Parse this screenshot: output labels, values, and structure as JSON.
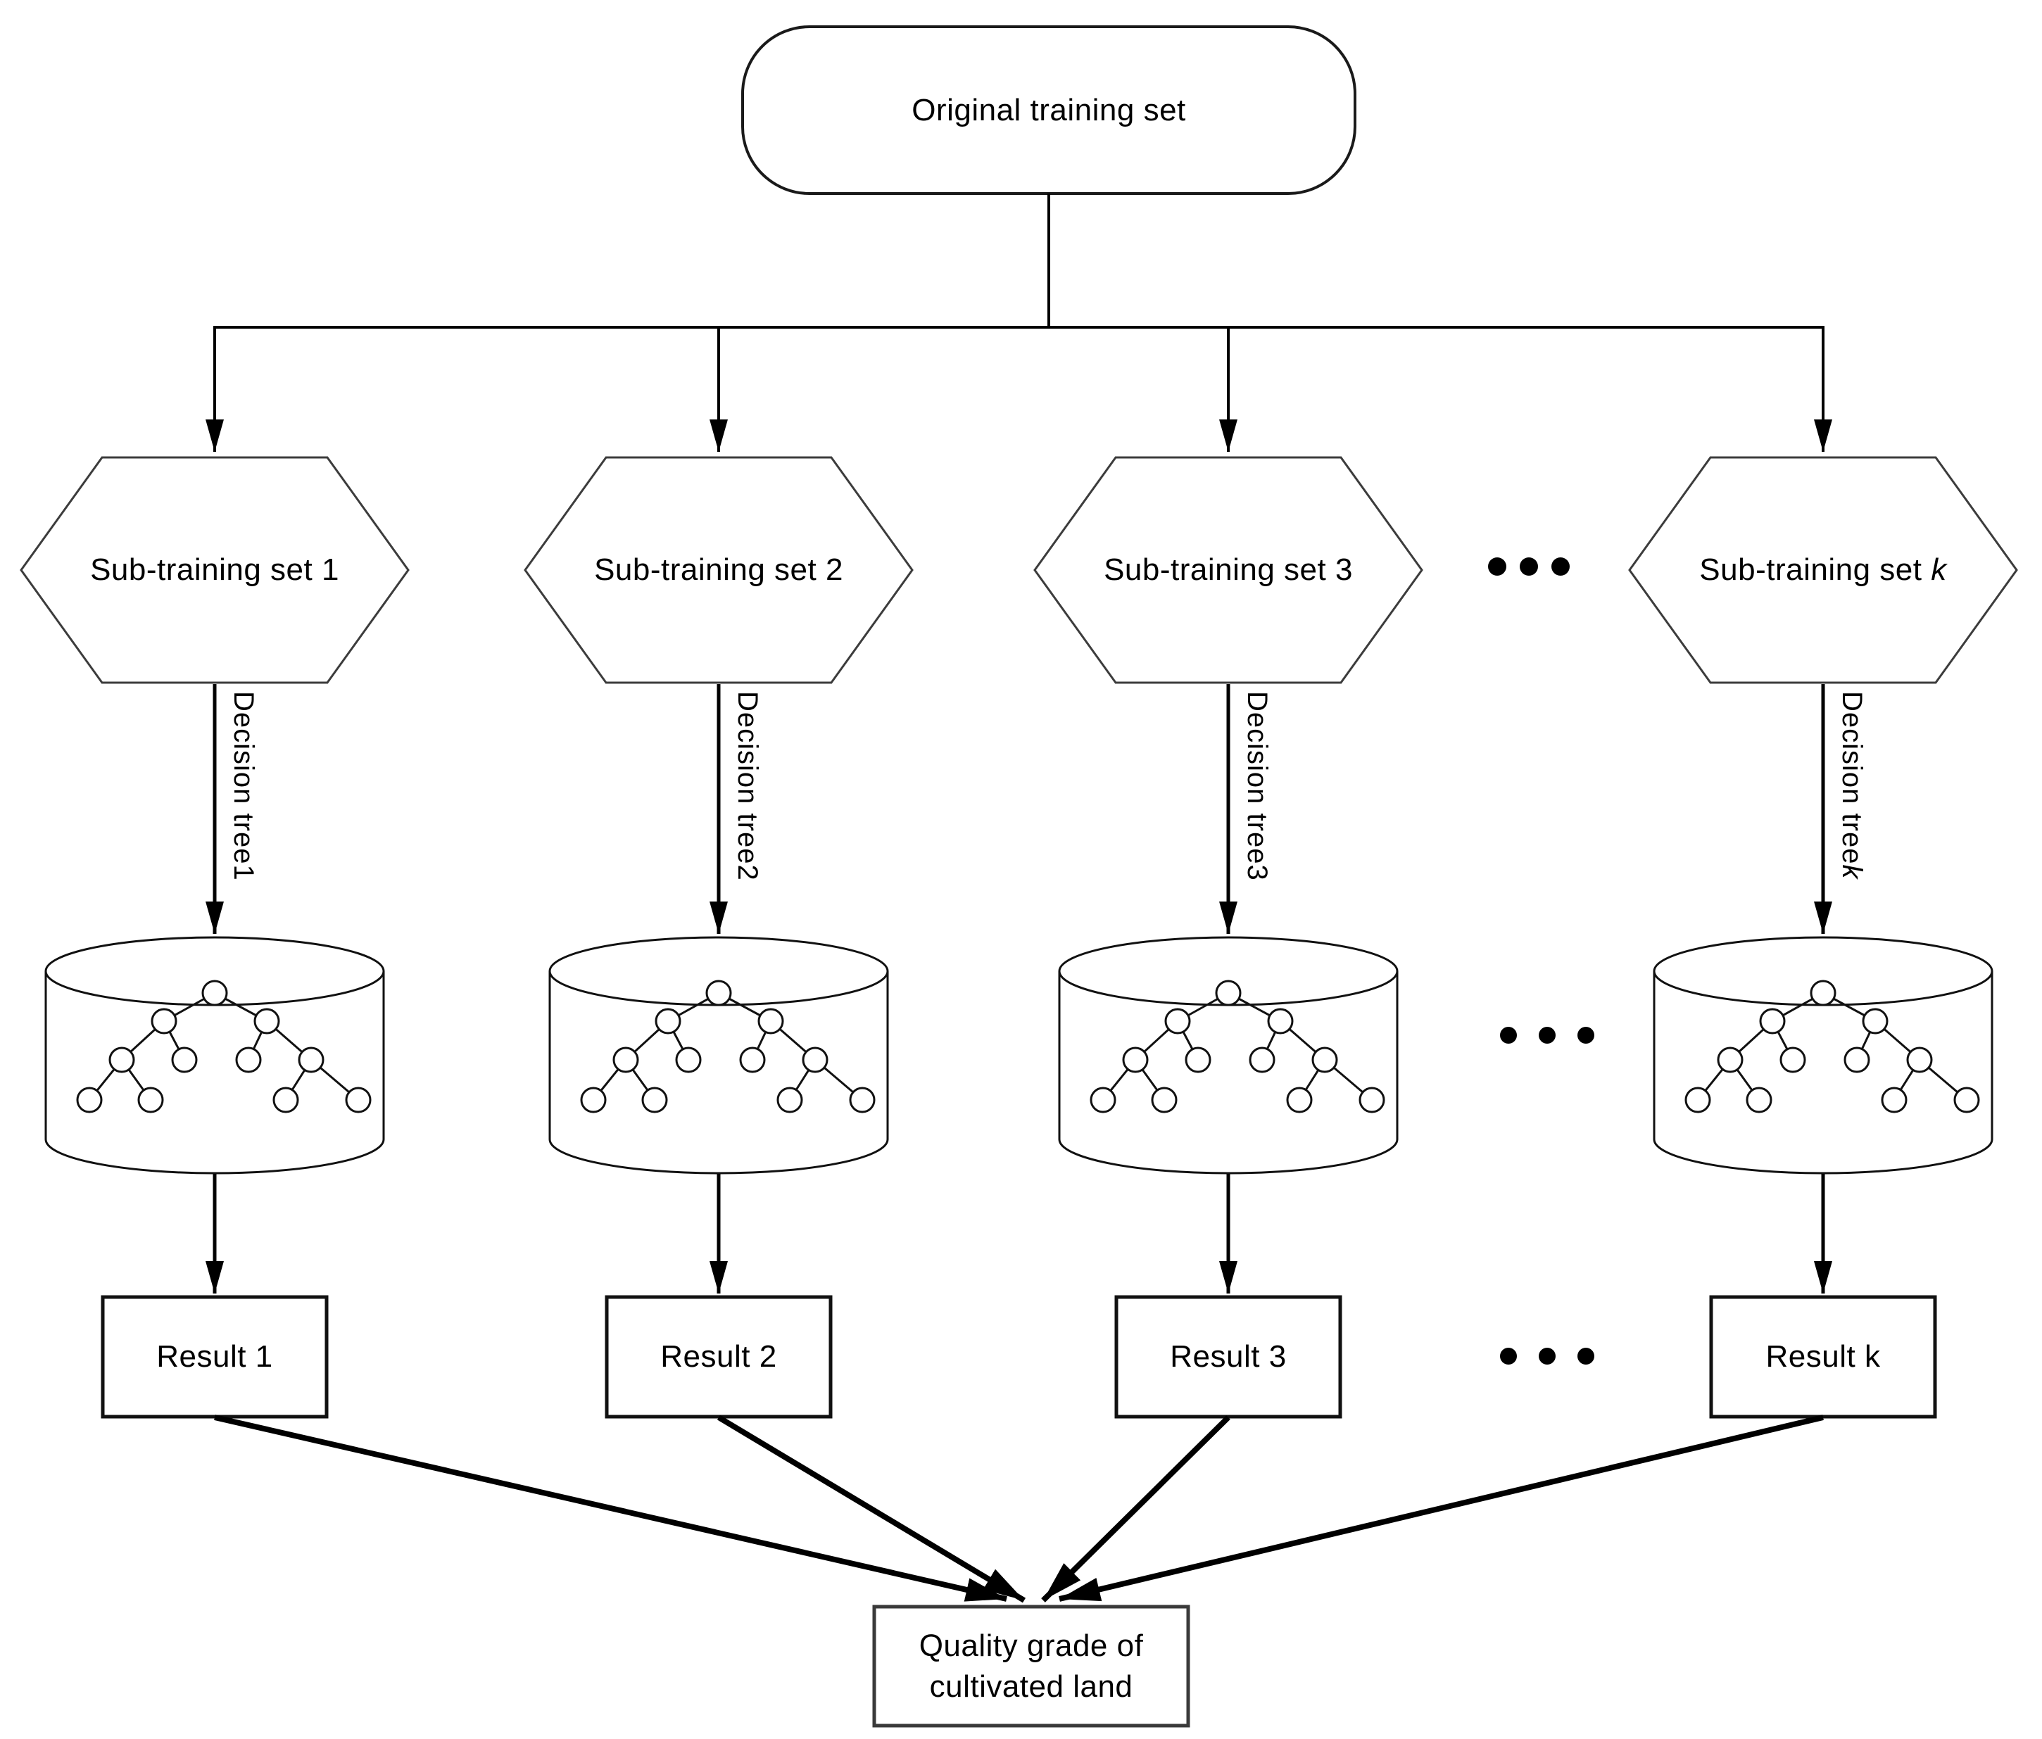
{
  "root_node": {
    "label": "Original training set"
  },
  "columns": [
    {
      "subset_prefix": "Sub-training set",
      "subset_suffix": " 1",
      "decision_prefix": "Decision tree",
      "decision_suffix": "1",
      "result_label": "Result 1"
    },
    {
      "subset_prefix": "Sub-training set",
      "subset_suffix": " 2",
      "decision_prefix": "Decision tree",
      "decision_suffix": "2",
      "result_label": "Result 2"
    },
    {
      "subset_prefix": "Sub-training set",
      "subset_suffix": " 3",
      "decision_prefix": "Decision tree",
      "decision_suffix": "3",
      "result_label": "Result 3"
    },
    {
      "subset_prefix": "Sub-training set",
      "subset_suffix": " k",
      "decision_prefix": "Decision tree",
      "decision_suffix": "k",
      "result_label": "Result k"
    }
  ],
  "ellipsis": "...",
  "final_node": {
    "line1": "Quality grade of",
    "line2": "cultivated land"
  },
  "colors": {
    "line": "#000000",
    "shape_border": "#2b2b2b",
    "background": "#ffffff",
    "text": "#000000"
  }
}
